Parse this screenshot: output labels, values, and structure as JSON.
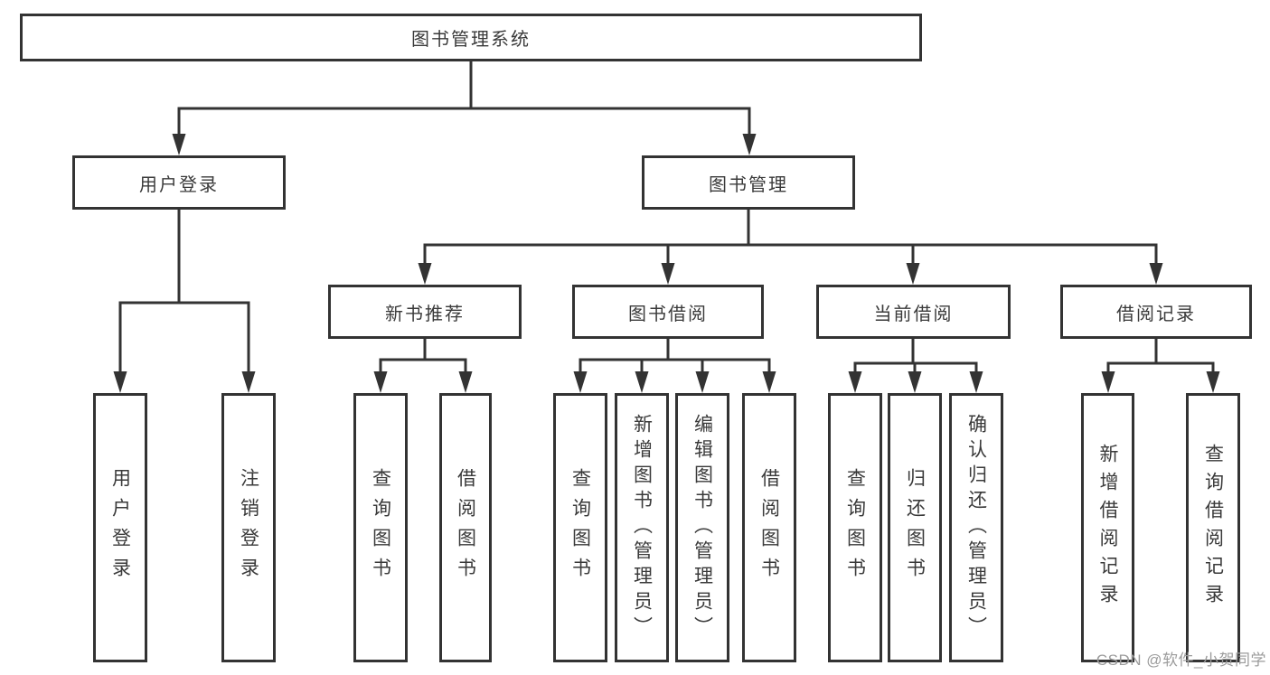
{
  "diagram": {
    "root": {
      "label": "图书管理系统"
    },
    "branches": [
      {
        "label": "用户登录",
        "children": [
          {
            "label": "用户登录"
          },
          {
            "label": "注销登录"
          }
        ]
      },
      {
        "label": "图书管理",
        "children": [
          {
            "label": "新书推荐",
            "children": [
              {
                "label": "查询图书"
              },
              {
                "label": "借阅图书"
              }
            ]
          },
          {
            "label": "图书借阅",
            "children": [
              {
                "label": "查询图书"
              },
              {
                "label": "新增图书（管理员）"
              },
              {
                "label": "编辑图书（管理员）"
              },
              {
                "label": "借阅图书"
              }
            ]
          },
          {
            "label": "当前借阅",
            "children": [
              {
                "label": "查询图书"
              },
              {
                "label": "归还图书"
              },
              {
                "label": "确认归还（管理员）"
              }
            ]
          },
          {
            "label": "借阅记录",
            "children": [
              {
                "label": "新增借阅记录"
              },
              {
                "label": "查询借阅记录"
              }
            ]
          }
        ]
      }
    ]
  },
  "watermark": {
    "text": "CSDN @软件_小贺同学"
  },
  "colors": {
    "line": "#333333",
    "text": "#3a3a3a",
    "watermark": "#9b9b9b",
    "background": "#ffffff"
  }
}
